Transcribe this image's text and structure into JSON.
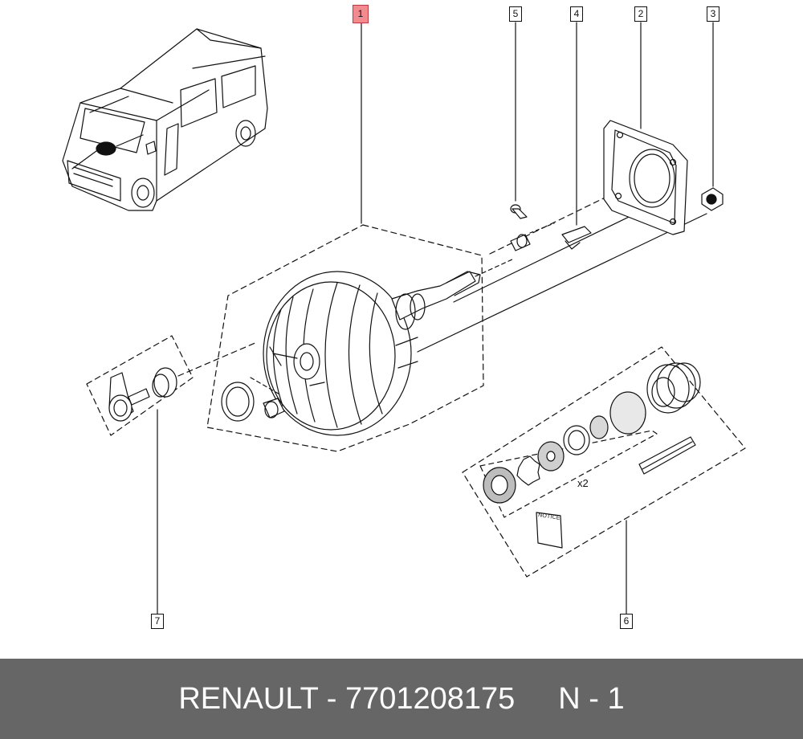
{
  "callouts": {
    "c1": "1",
    "c2": "2",
    "c3": "3",
    "c4": "4",
    "c5": "5",
    "c6": "6",
    "c7": "7"
  },
  "annotations": {
    "quantity": "x2",
    "notice": "NOTICE"
  },
  "footer": {
    "part_line": "RENAULT - 7701208175",
    "quantity_line": "N - 1"
  },
  "colors": {
    "highlight": "#f28b8f",
    "footer_bg": "#666666",
    "ink": "#111111"
  }
}
